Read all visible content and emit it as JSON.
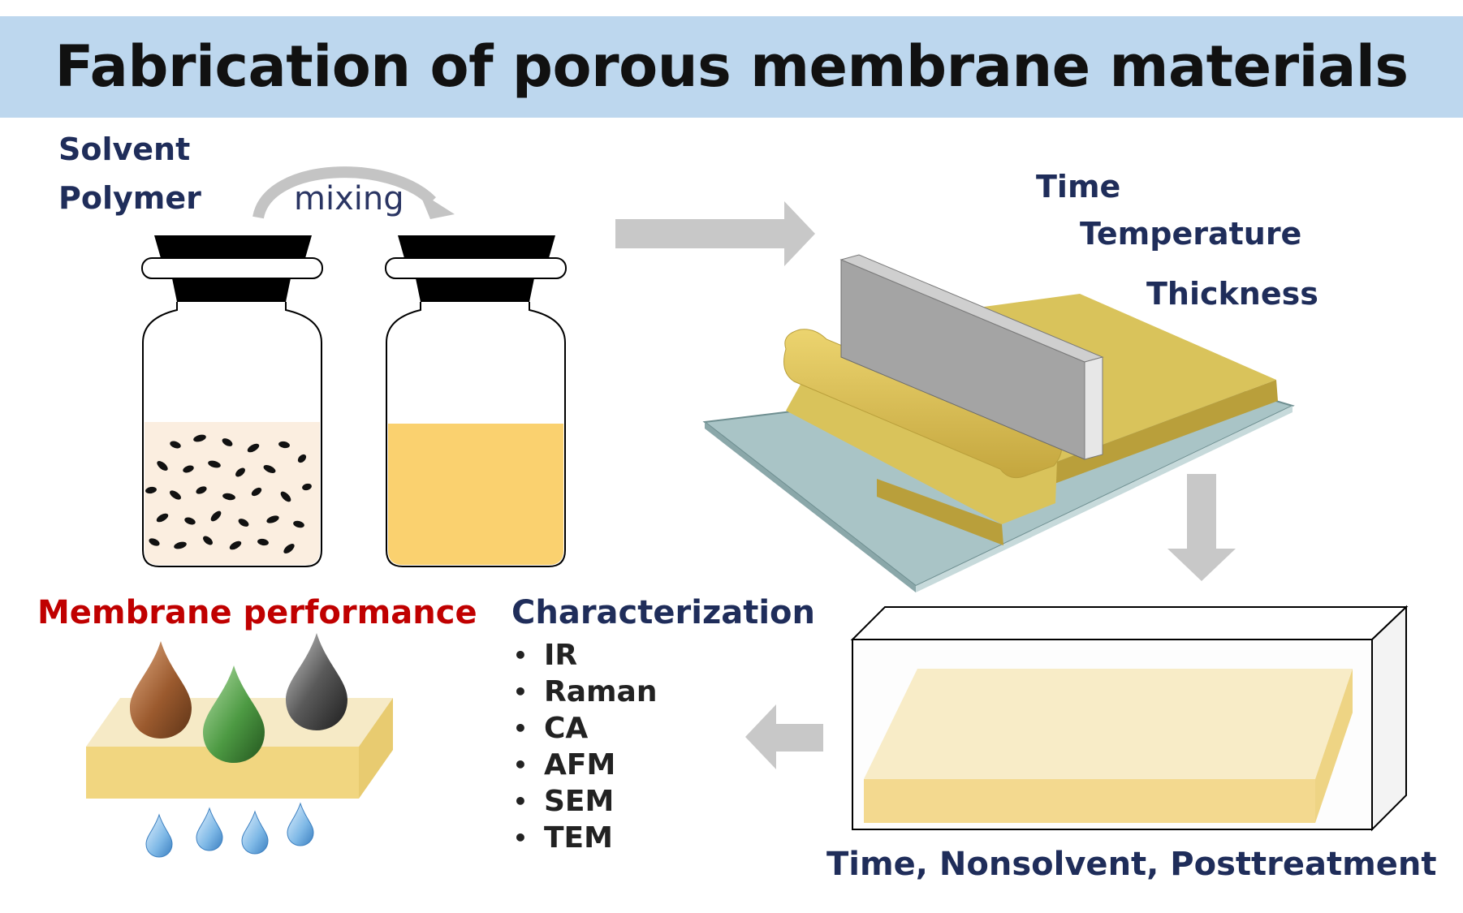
{
  "title": "Fabrication of porous membrane materials",
  "mixing": {
    "solvent": "Solvent",
    "polymer": "Polymer",
    "mixing_label": "mixing"
  },
  "casting_params": {
    "time": "Time",
    "temperature": "Temperature",
    "thickness": "Thickness"
  },
  "bath_caption": "Time, Nonsolvent, Posttreatment",
  "characterization": {
    "heading": "Characterization",
    "items": [
      "IR",
      "Raman",
      "CA",
      "AFM",
      "SEM",
      "TEM"
    ]
  },
  "performance_heading": "Membrane performance",
  "colors": {
    "banner": "#bdd7ee",
    "navy_text": "#1f2d5a",
    "performance_red": "#c00000",
    "solution_yellow": "#fad16f",
    "membrane_yellow": "#d9c35b",
    "glass_plate": "#a9c4c6",
    "arrow_gray": "#c8c8c8"
  }
}
